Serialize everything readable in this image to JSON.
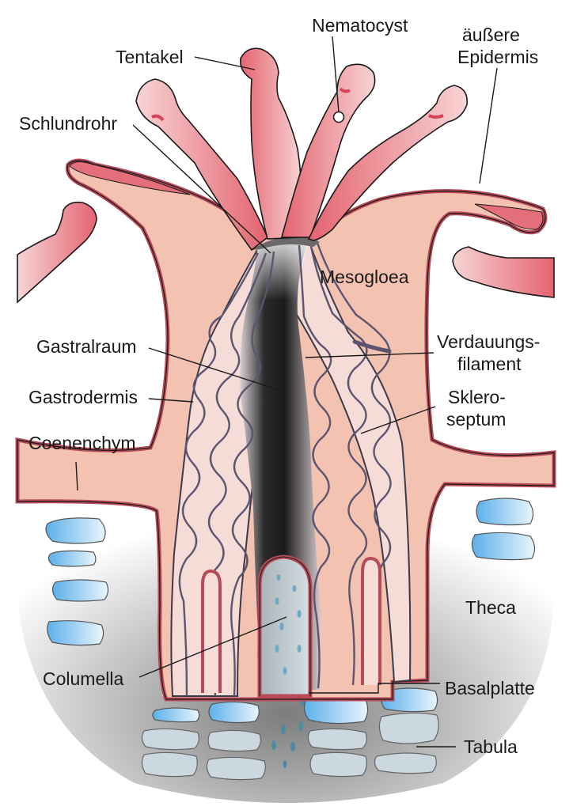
{
  "labels": {
    "tentakel": "Tentakel",
    "nematocyst": "Nematocyst",
    "aussere_1": "äußere",
    "aussere_2": "Epidermis",
    "schlundrohr": "Schlundrohr",
    "mesogloea": "Mesogloea",
    "verdauung_1": "Verdauungs-",
    "verdauung_2": "filament",
    "gastralraum": "Gastralraum",
    "gastrodermis": "Gastrodermis",
    "sklero_1": "Sklero-",
    "sklero_2": "septum",
    "coenenchym": "Coenenchym",
    "theca": "Theca",
    "columella": "Columella",
    "basalplatte": "Basalplatte",
    "tabula": "Tabula"
  },
  "colors": {
    "tissue": "#f4c2b0",
    "tissue_outline": "#b84a58",
    "tentacle": "#e8737d",
    "septum": "#f6dcd6",
    "skeleton_blue": "#6fb8ec",
    "skeleton_grey": "#ccd8df"
  }
}
